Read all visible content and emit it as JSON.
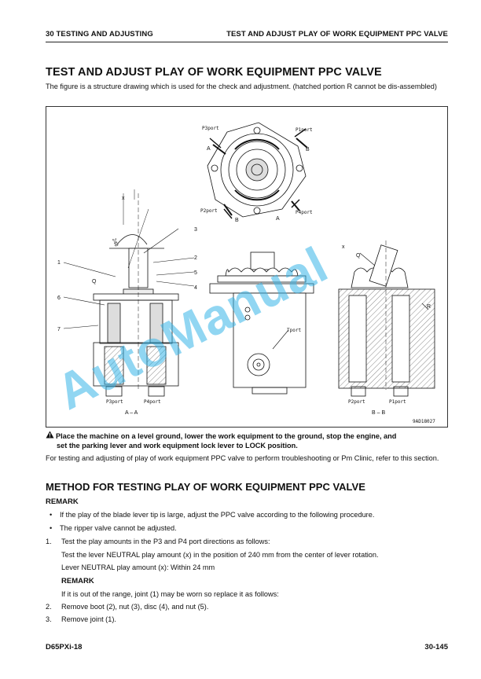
{
  "header": {
    "left": "30 TESTING AND ADJUSTING",
    "right": "TEST AND ADJUST PLAY OF WORK EQUIPMENT PPC VALVE"
  },
  "title": "TEST AND ADJUST PLAY OF WORK EQUIPMENT PPC VALVE",
  "intro": "The figure is a structure drawing which is used for the check and adjustment. (hatched portion R cannot be dis-assembled)",
  "figure": {
    "labels": {
      "p3port_top": "P3port",
      "p1port_top": "P1port",
      "p2port_top": "P2port",
      "p4port_top": "P4port",
      "a_left": "A",
      "a_right": "A",
      "b_right": "B",
      "b_left": "B",
      "x": "x",
      "x_right": "x",
      "dim_240": "240",
      "n1": "1",
      "n2": "2",
      "n3": "3",
      "n4": "4",
      "n5": "5",
      "n6": "6",
      "n7": "7",
      "q_left": "Q",
      "q_right": "Q",
      "r": "R",
      "tport": "Tport",
      "p3port_bottom": "P3port",
      "p4port_bottom": "P4port",
      "p2port_bottom": "P2port",
      "p1port_bottom": "P1port",
      "section_aa": "A – A",
      "section_bb": "B – B",
      "code": "9AD18027"
    }
  },
  "watermark": "AutoManual",
  "warning": {
    "line1": "Place the machine on a level ground, lower the work equipment to the ground, stop the engine, and",
    "line2": "set the parking lever and work equipment lock lever to LOCK position."
  },
  "para": "For testing and adjusting of play of work equipment PPC valve to perform troubleshooting or Pm Clinic, refer to this section.",
  "method_title": "METHOD FOR TESTING PLAY OF WORK EQUIPMENT PPC VALVE",
  "remark_label": "REMARK",
  "bullets": [
    "If the play of the blade lever tip is large, adjust the PPC valve according to the following procedure.",
    "The ripper valve cannot be adjusted."
  ],
  "steps": [
    {
      "num": "1.",
      "text": "Test the play amounts in the P3 and P4 port directions as follows:"
    },
    {
      "num": "2.",
      "text": "Remove boot (2), nut (3), disc (4), and nut (5)."
    },
    {
      "num": "3.",
      "text": "Remove joint (1)."
    }
  ],
  "step1_lines": [
    "Test the lever NEUTRAL play amount (x) in the position of 240 mm from the center of lever rotation.",
    "Lever NEUTRAL play amount (x): Within 24 mm"
  ],
  "remark2_label": "REMARK",
  "remark2_text": "If it is out of the range, joint (1) may be worn so replace it as follows:",
  "footer": {
    "left": "D65PXi-18",
    "right": "30-145"
  }
}
